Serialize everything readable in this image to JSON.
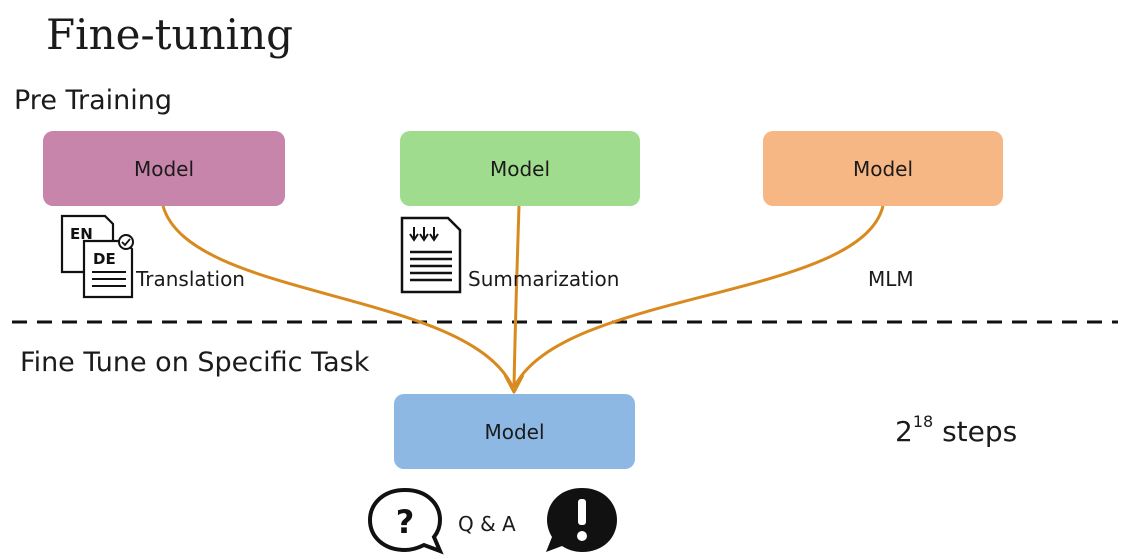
{
  "title": "Fine-tuning",
  "sections": {
    "pre_training": "Pre Training",
    "fine_tune": "Fine Tune on Specific Task"
  },
  "pretrain_models": [
    {
      "label": "Model",
      "color": "#c785ab",
      "task": "Translation",
      "task_icon": "translation-document-icon"
    },
    {
      "label": "Model",
      "color": "#9fdc8d",
      "task": "Summarization",
      "task_icon": "summary-document-icon"
    },
    {
      "label": "Model",
      "color": "#f6b784",
      "task": "MLM",
      "task_icon": ""
    }
  ],
  "translation_icon_labels": {
    "from": "EN",
    "to": "DE"
  },
  "finetune_model": {
    "label": "Model",
    "color": "#8db8e4",
    "task": "Q & A"
  },
  "steps": {
    "base": "2",
    "exponent": "18",
    "unit": "steps"
  },
  "colors": {
    "arrow": "#d98a1f",
    "divider": "#111111"
  }
}
